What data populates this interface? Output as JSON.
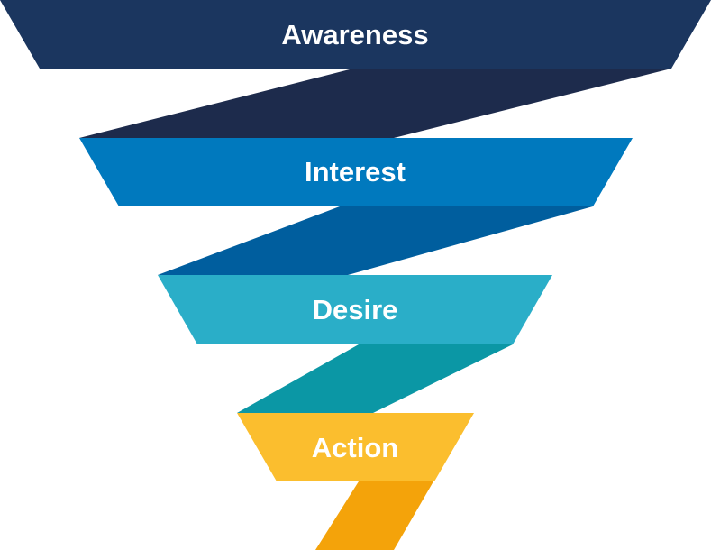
{
  "funnel": {
    "stages": [
      {
        "label": "Awareness",
        "color": "#1b365f",
        "connector_color": "#1d2b4c"
      },
      {
        "label": "Interest",
        "color": "#0079be",
        "connector_color": "#005e9e"
      },
      {
        "label": "Desire",
        "color": "#2aaec8",
        "connector_color": "#0b97a5"
      },
      {
        "label": "Action",
        "color": "#fbbe2e",
        "connector_color": "#f4a30a"
      }
    ]
  }
}
